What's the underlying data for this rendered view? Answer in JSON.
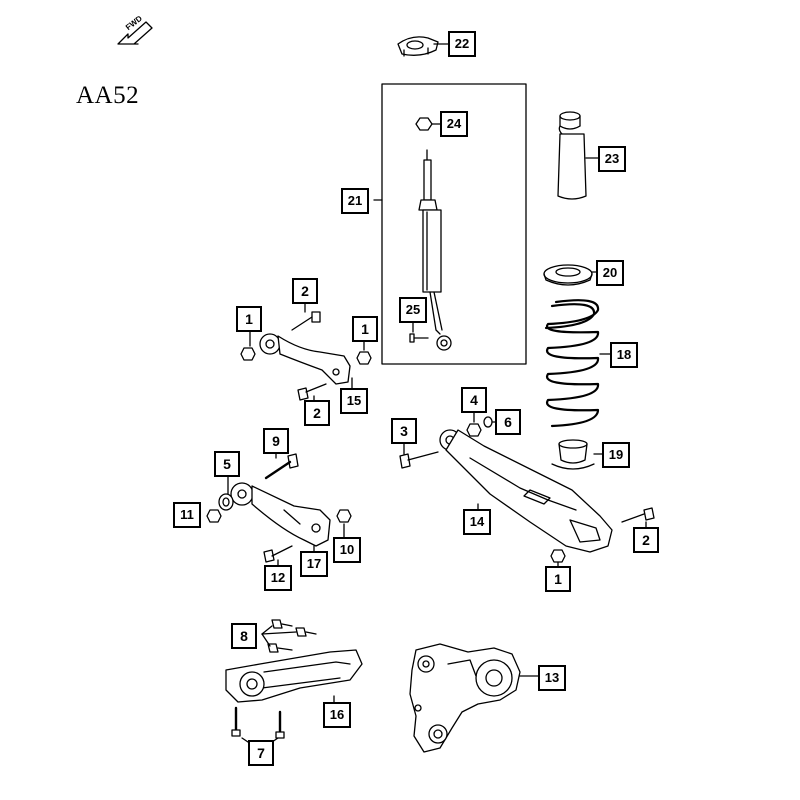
{
  "diagram": {
    "code": "AA52",
    "fwd_label": "FWD"
  },
  "callouts": [
    {
      "id": "c1a",
      "label": "1"
    },
    {
      "id": "c1b",
      "label": "1"
    },
    {
      "id": "c1c",
      "label": "1"
    },
    {
      "id": "c2a",
      "label": "2"
    },
    {
      "id": "c2b",
      "label": "2"
    },
    {
      "id": "c2c",
      "label": "2"
    },
    {
      "id": "c3",
      "label": "3"
    },
    {
      "id": "c4",
      "label": "4"
    },
    {
      "id": "c5",
      "label": "5"
    },
    {
      "id": "c6",
      "label": "6"
    },
    {
      "id": "c7",
      "label": "7"
    },
    {
      "id": "c8",
      "label": "8"
    },
    {
      "id": "c9",
      "label": "9"
    },
    {
      "id": "c10",
      "label": "10"
    },
    {
      "id": "c11",
      "label": "11"
    },
    {
      "id": "c12",
      "label": "12"
    },
    {
      "id": "c13",
      "label": "13"
    },
    {
      "id": "c14",
      "label": "14"
    },
    {
      "id": "c15",
      "label": "15"
    },
    {
      "id": "c16",
      "label": "16"
    },
    {
      "id": "c17",
      "label": "17"
    },
    {
      "id": "c18",
      "label": "18"
    },
    {
      "id": "c19",
      "label": "19"
    },
    {
      "id": "c20",
      "label": "20"
    },
    {
      "id": "c21",
      "label": "21"
    },
    {
      "id": "c22",
      "label": "22"
    },
    {
      "id": "c23",
      "label": "23"
    },
    {
      "id": "c24",
      "label": "24"
    },
    {
      "id": "c25",
      "label": "25"
    }
  ]
}
